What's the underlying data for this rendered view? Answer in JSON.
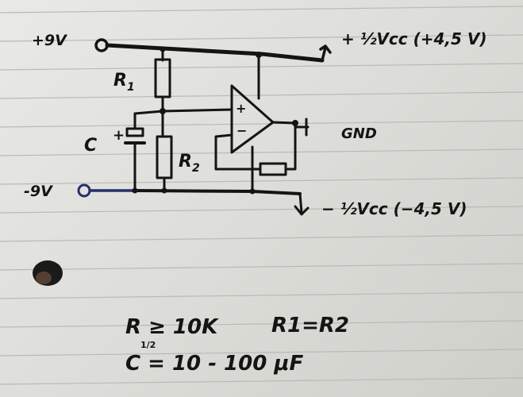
{
  "terminals": {
    "positive": "+9V",
    "negative": "-9V"
  },
  "components": {
    "r1": "R",
    "r1_sub": "1",
    "r2": "R",
    "r2_sub": "2",
    "capacitor": "C",
    "cap_plus": "+",
    "opamp_plus": "+",
    "opamp_minus": "−"
  },
  "outputs": {
    "positive_rail": "+ ½Vcc  (+4,5 V)",
    "gnd": "GND",
    "negative_rail": "− ½Vcc  (−4,5 V)"
  },
  "notes": {
    "resistor_value": "R ≥ 10K",
    "resistor_sub": "1/2",
    "equality": "R1=R2",
    "capacitor_value": "C = 10 - 100 μF"
  },
  "colors": {
    "ink": "#141414",
    "blue_ink": "#24306a",
    "paper": "#e4e4e0",
    "rule_line": "#b9b9b5"
  }
}
